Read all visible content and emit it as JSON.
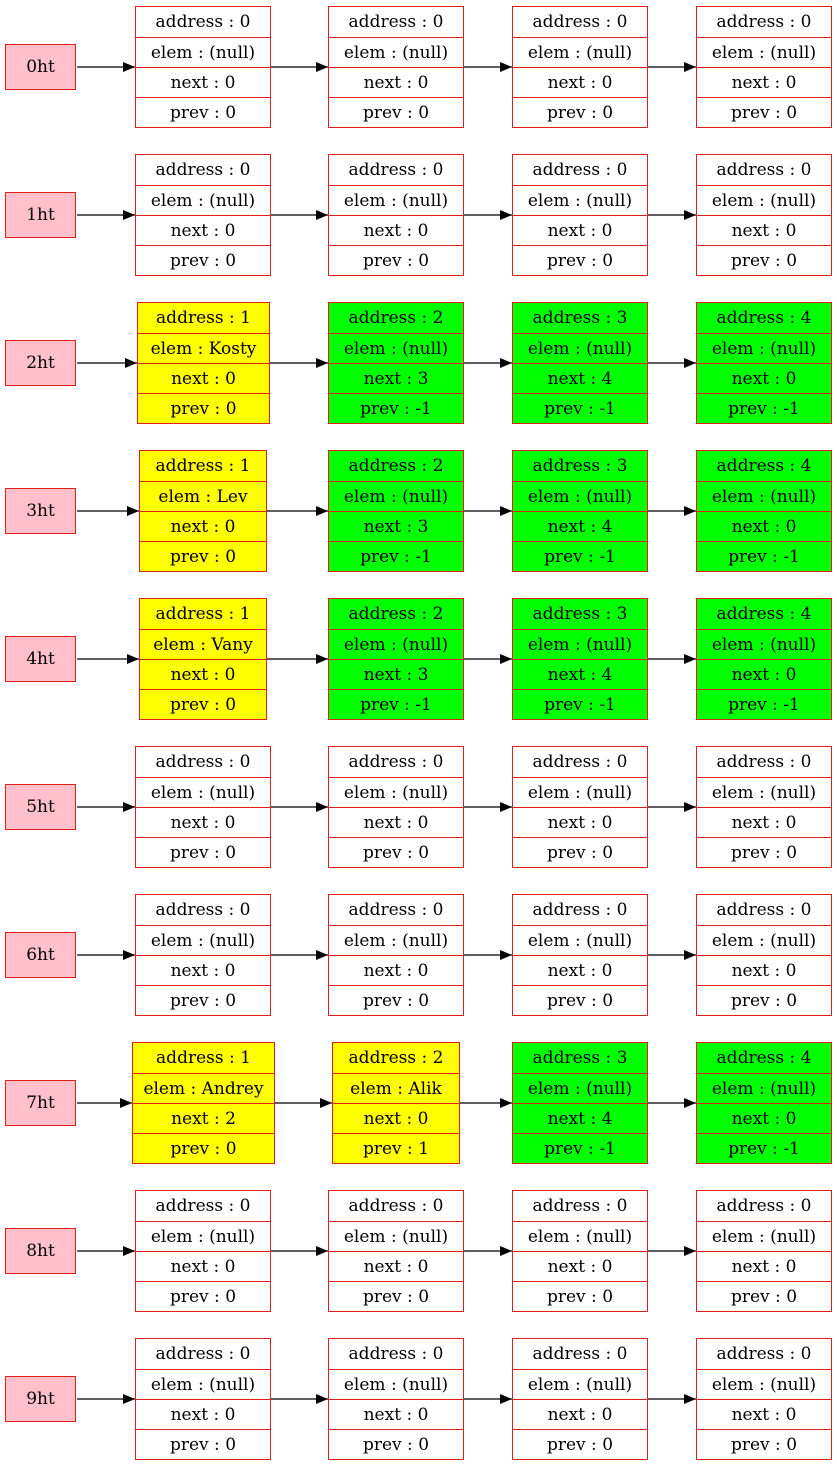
{
  "tables": [
    {
      "label": "0ht",
      "nodes": [
        {
          "state": "empty",
          "address": "address : 0",
          "elem": "elem : (null)",
          "next": "next : 0",
          "prev": "prev : 0"
        },
        {
          "state": "empty",
          "address": "address : 0",
          "elem": "elem : (null)",
          "next": "next : 0",
          "prev": "prev : 0"
        },
        {
          "state": "empty",
          "address": "address : 0",
          "elem": "elem : (null)",
          "next": "next : 0",
          "prev": "prev : 0"
        },
        {
          "state": "empty",
          "address": "address : 0",
          "elem": "elem : (null)",
          "next": "next : 0",
          "prev": "prev : 0"
        }
      ]
    },
    {
      "label": "1ht",
      "nodes": [
        {
          "state": "empty",
          "address": "address : 0",
          "elem": "elem : (null)",
          "next": "next : 0",
          "prev": "prev : 0"
        },
        {
          "state": "empty",
          "address": "address : 0",
          "elem": "elem : (null)",
          "next": "next : 0",
          "prev": "prev : 0"
        },
        {
          "state": "empty",
          "address": "address : 0",
          "elem": "elem : (null)",
          "next": "next : 0",
          "prev": "prev : 0"
        },
        {
          "state": "empty",
          "address": "address : 0",
          "elem": "elem : (null)",
          "next": "next : 0",
          "prev": "prev : 0"
        }
      ]
    },
    {
      "label": "2ht",
      "nodes": [
        {
          "state": "filled",
          "address": "address : 1",
          "elem": "elem : Kosty",
          "next": "next : 0",
          "prev": "prev : 0"
        },
        {
          "state": "free",
          "address": "address : 2",
          "elem": "elem : (null)",
          "next": "next : 3",
          "prev": "prev : -1"
        },
        {
          "state": "free",
          "address": "address : 3",
          "elem": "elem : (null)",
          "next": "next : 4",
          "prev": "prev : -1"
        },
        {
          "state": "free",
          "address": "address : 4",
          "elem": "elem : (null)",
          "next": "next : 0",
          "prev": "prev : -1"
        }
      ]
    },
    {
      "label": "3ht",
      "nodes": [
        {
          "state": "filled",
          "address": "address : 1",
          "elem": "elem : Lev",
          "next": "next : 0",
          "prev": "prev : 0"
        },
        {
          "state": "free",
          "address": "address : 2",
          "elem": "elem : (null)",
          "next": "next : 3",
          "prev": "prev : -1"
        },
        {
          "state": "free",
          "address": "address : 3",
          "elem": "elem : (null)",
          "next": "next : 4",
          "prev": "prev : -1"
        },
        {
          "state": "free",
          "address": "address : 4",
          "elem": "elem : (null)",
          "next": "next : 0",
          "prev": "prev : -1"
        }
      ]
    },
    {
      "label": "4ht",
      "nodes": [
        {
          "state": "filled",
          "address": "address : 1",
          "elem": "elem : Vany",
          "next": "next : 0",
          "prev": "prev : 0"
        },
        {
          "state": "free",
          "address": "address : 2",
          "elem": "elem : (null)",
          "next": "next : 3",
          "prev": "prev : -1"
        },
        {
          "state": "free",
          "address": "address : 3",
          "elem": "elem : (null)",
          "next": "next : 4",
          "prev": "prev : -1"
        },
        {
          "state": "free",
          "address": "address : 4",
          "elem": "elem : (null)",
          "next": "next : 0",
          "prev": "prev : -1"
        }
      ]
    },
    {
      "label": "5ht",
      "nodes": [
        {
          "state": "empty",
          "address": "address : 0",
          "elem": "elem : (null)",
          "next": "next : 0",
          "prev": "prev : 0"
        },
        {
          "state": "empty",
          "address": "address : 0",
          "elem": "elem : (null)",
          "next": "next : 0",
          "prev": "prev : 0"
        },
        {
          "state": "empty",
          "address": "address : 0",
          "elem": "elem : (null)",
          "next": "next : 0",
          "prev": "prev : 0"
        },
        {
          "state": "empty",
          "address": "address : 0",
          "elem": "elem : (null)",
          "next": "next : 0",
          "prev": "prev : 0"
        }
      ]
    },
    {
      "label": "6ht",
      "nodes": [
        {
          "state": "empty",
          "address": "address : 0",
          "elem": "elem : (null)",
          "next": "next : 0",
          "prev": "prev : 0"
        },
        {
          "state": "empty",
          "address": "address : 0",
          "elem": "elem : (null)",
          "next": "next : 0",
          "prev": "prev : 0"
        },
        {
          "state": "empty",
          "address": "address : 0",
          "elem": "elem : (null)",
          "next": "next : 0",
          "prev": "prev : 0"
        },
        {
          "state": "empty",
          "address": "address : 0",
          "elem": "elem : (null)",
          "next": "next : 0",
          "prev": "prev : 0"
        }
      ]
    },
    {
      "label": "7ht",
      "nodes": [
        {
          "state": "filled",
          "address": "address : 1",
          "elem": "elem : Andrey",
          "next": "next : 2",
          "prev": "prev : 0"
        },
        {
          "state": "filled",
          "address": "address : 2",
          "elem": "elem : Alik",
          "next": "next : 0",
          "prev": "prev : 1"
        },
        {
          "state": "free",
          "address": "address : 3",
          "elem": "elem : (null)",
          "next": "next : 4",
          "prev": "prev : -1"
        },
        {
          "state": "free",
          "address": "address : 4",
          "elem": "elem : (null)",
          "next": "next : 0",
          "prev": "prev : -1"
        }
      ]
    },
    {
      "label": "8ht",
      "nodes": [
        {
          "state": "empty",
          "address": "address : 0",
          "elem": "elem : (null)",
          "next": "next : 0",
          "prev": "prev : 0"
        },
        {
          "state": "empty",
          "address": "address : 0",
          "elem": "elem : (null)",
          "next": "next : 0",
          "prev": "prev : 0"
        },
        {
          "state": "empty",
          "address": "address : 0",
          "elem": "elem : (null)",
          "next": "next : 0",
          "prev": "prev : 0"
        },
        {
          "state": "empty",
          "address": "address : 0",
          "elem": "elem : (null)",
          "next": "next : 0",
          "prev": "prev : 0"
        }
      ]
    },
    {
      "label": "9ht",
      "nodes": [
        {
          "state": "empty",
          "address": "address : 0",
          "elem": "elem : (null)",
          "next": "next : 0",
          "prev": "prev : 0"
        },
        {
          "state": "empty",
          "address": "address : 0",
          "elem": "elem : (null)",
          "next": "next : 0",
          "prev": "prev : 0"
        },
        {
          "state": "empty",
          "address": "address : 0",
          "elem": "elem : (null)",
          "next": "next : 0",
          "prev": "prev : 0"
        },
        {
          "state": "empty",
          "address": "address : 0",
          "elem": "elem : (null)",
          "next": "next : 0",
          "prev": "prev : 0"
        }
      ]
    }
  ],
  "colors": {
    "label_fill": "#ffc0cb",
    "border": "#e0201a",
    "empty_fill": "#ffffff",
    "filled_fill": "#ffff00",
    "free_fill": "#00ff00",
    "edge": "#000000"
  }
}
